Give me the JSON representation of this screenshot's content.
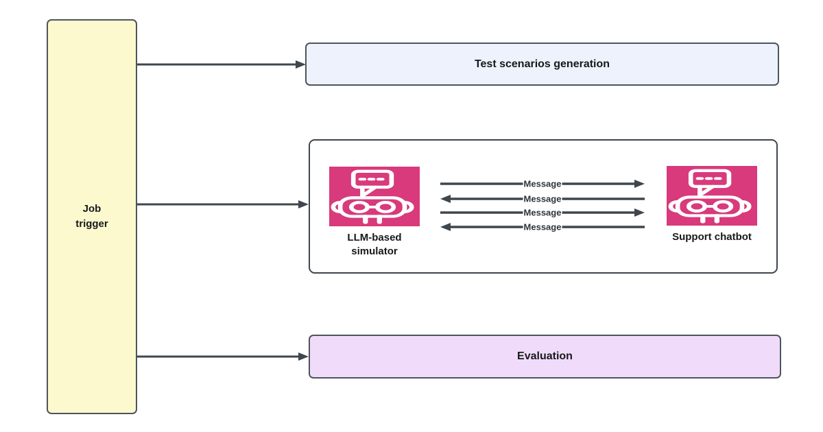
{
  "nodes": {
    "job_trigger": {
      "line1": "Job",
      "line2": "trigger"
    },
    "test_scenarios": {
      "label": "Test scenarios generation"
    },
    "simulator": {
      "line1": "LLM-based",
      "line2": "simulator"
    },
    "support_chatbot": {
      "label": "Support chatbot"
    },
    "evaluation": {
      "label": "Evaluation"
    }
  },
  "messages": {
    "items": [
      {
        "label": "Message",
        "direction": "right"
      },
      {
        "label": "Message",
        "direction": "left"
      },
      {
        "label": "Message",
        "direction": "right"
      },
      {
        "label": "Message",
        "direction": "left"
      }
    ]
  },
  "icons": {
    "simulator": "chatbot-robot-icon",
    "support_chatbot": "chatbot-robot-icon"
  },
  "colors": {
    "background": "#FFFFFF",
    "job_trigger_fill": "#FCF9CF",
    "test_scenarios_fill": "#EDF2FC",
    "evaluation_fill": "#F0DCFA",
    "chatbot_icon_fill": "#D83A7C",
    "node_border": "#4D545B",
    "arrow": "#3E464E",
    "text": "#17181A"
  }
}
